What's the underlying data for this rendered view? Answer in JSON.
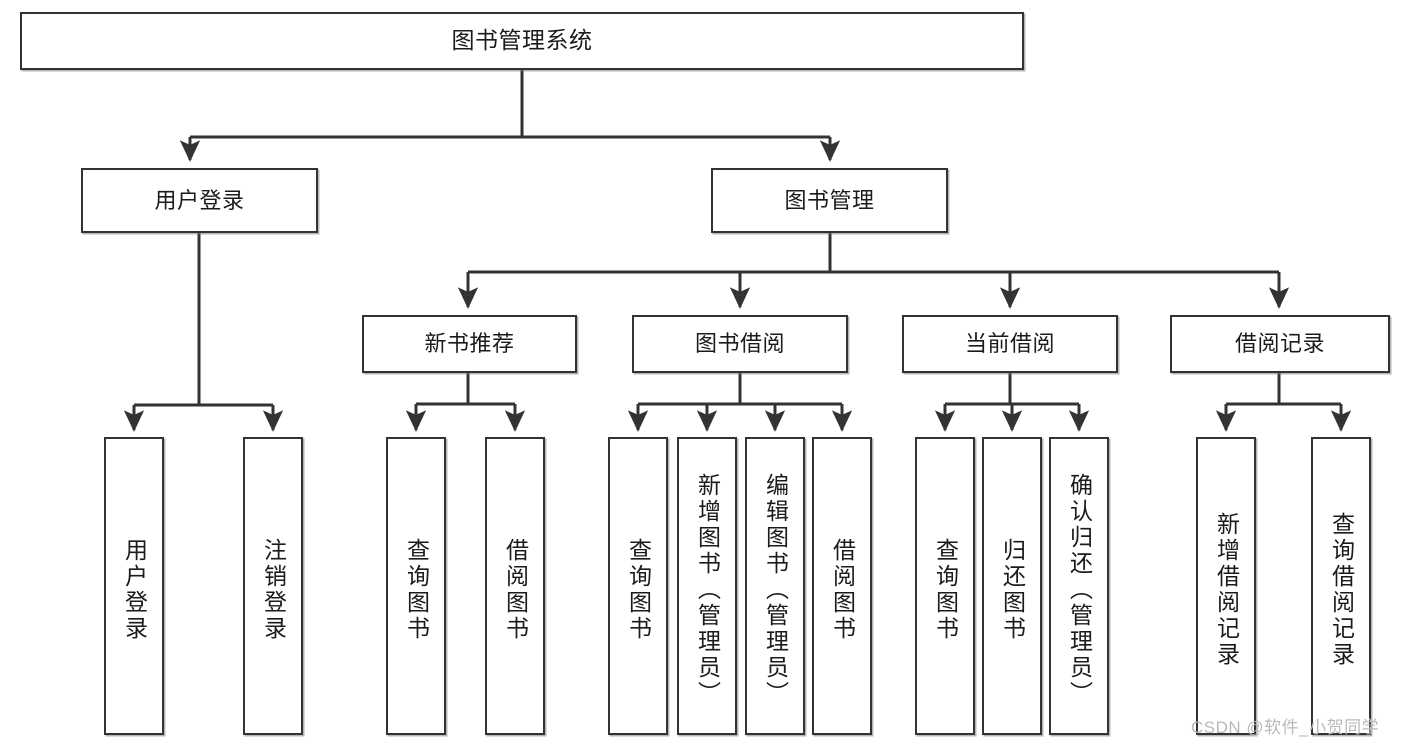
{
  "diagram": {
    "title": "图书管理系统",
    "type": "功能结构图",
    "line_color": "#333333",
    "box_fill": "#ffffff",
    "background": "#ffffff",
    "watermark": "CSDN @软件_小贺同学",
    "nodes": {
      "root": {
        "label": "图书管理系统"
      },
      "level2": [
        {
          "id": "user-login",
          "label": "用户登录"
        },
        {
          "id": "book-manage",
          "label": "图书管理"
        }
      ],
      "level3": [
        {
          "id": "new-book-recommend",
          "label": "新书推荐"
        },
        {
          "id": "book-borrow",
          "label": "图书借阅"
        },
        {
          "id": "current-borrow",
          "label": "当前借阅"
        },
        {
          "id": "borrow-record",
          "label": "借阅记录"
        }
      ],
      "leaves": {
        "user_login": [
          {
            "id": "leaf-user-login",
            "label": "用户登录"
          },
          {
            "id": "leaf-logout-login",
            "label": "注销登录"
          }
        ],
        "new_book_recommend": [
          {
            "id": "leaf-query-book-1",
            "label": "查询图书"
          },
          {
            "id": "leaf-borrow-book-1",
            "label": "借阅图书"
          }
        ],
        "book_borrow": [
          {
            "id": "leaf-query-book-2",
            "label": "查询图书"
          },
          {
            "id": "leaf-add-book",
            "label": "新增图书（管理员）"
          },
          {
            "id": "leaf-edit-book",
            "label": "编辑图书（管理员）"
          },
          {
            "id": "leaf-borrow-book-2",
            "label": "借阅图书"
          }
        ],
        "current_borrow": [
          {
            "id": "leaf-query-book-3",
            "label": "查询图书"
          },
          {
            "id": "leaf-return-book",
            "label": "归还图书"
          },
          {
            "id": "leaf-confirm-return",
            "label": "确认归还（管理员）"
          }
        ],
        "borrow_record": [
          {
            "id": "leaf-add-borrow-record",
            "label": "新增借阅记录"
          },
          {
            "id": "leaf-query-borrow-record",
            "label": "查询借阅记录"
          }
        ]
      }
    }
  }
}
